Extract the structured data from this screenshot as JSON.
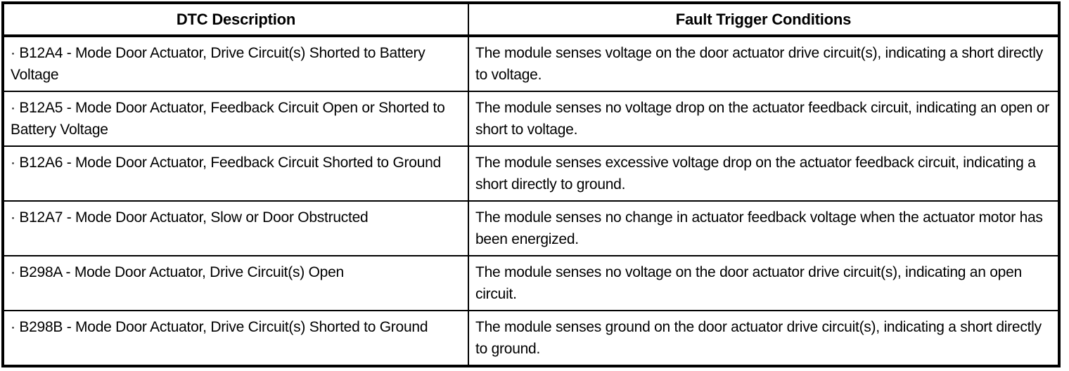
{
  "table": {
    "headers": {
      "description": "DTC Description",
      "conditions": "Fault Trigger Conditions"
    },
    "bullet_marker": "·",
    "colors": {
      "border": "#000000",
      "text": "#000000",
      "background": "#ffffff"
    },
    "rows": [
      {
        "code": "B12A4",
        "description": "· B12A4 - Mode Door Actuator, Drive Circuit(s) Shorted to Battery Voltage",
        "condition": "The module senses voltage on the door actuator drive circuit(s), indicating a short directly to voltage."
      },
      {
        "code": "B12A5",
        "description": "· B12A5 - Mode Door Actuator, Feedback Circuit Open or Shorted to Battery Voltage",
        "condition": "The module senses no voltage drop on the actuator feedback circuit, indicating an open or short to voltage."
      },
      {
        "code": "B12A6",
        "description": "· B12A6 - Mode Door Actuator, Feedback Circuit Shorted to Ground",
        "condition": "The module senses excessive voltage drop on the actuator feedback circuit, indicating a short directly to ground."
      },
      {
        "code": "B12A7",
        "description": "· B12A7 - Mode Door Actuator, Slow or Door Obstructed",
        "condition": "The module senses no change in actuator feedback voltage when the actuator motor has been energized."
      },
      {
        "code": "B298A",
        "description": "· B298A - Mode Door Actuator, Drive Circuit(s) Open",
        "condition": "The module senses no voltage on the door actuator drive circuit(s), indicating an open circuit."
      },
      {
        "code": "B298B",
        "description": "· B298B - Mode Door Actuator, Drive Circuit(s) Shorted to Ground",
        "condition": "The module senses ground on the door actuator drive circuit(s), indicating a short directly to ground."
      }
    ]
  }
}
